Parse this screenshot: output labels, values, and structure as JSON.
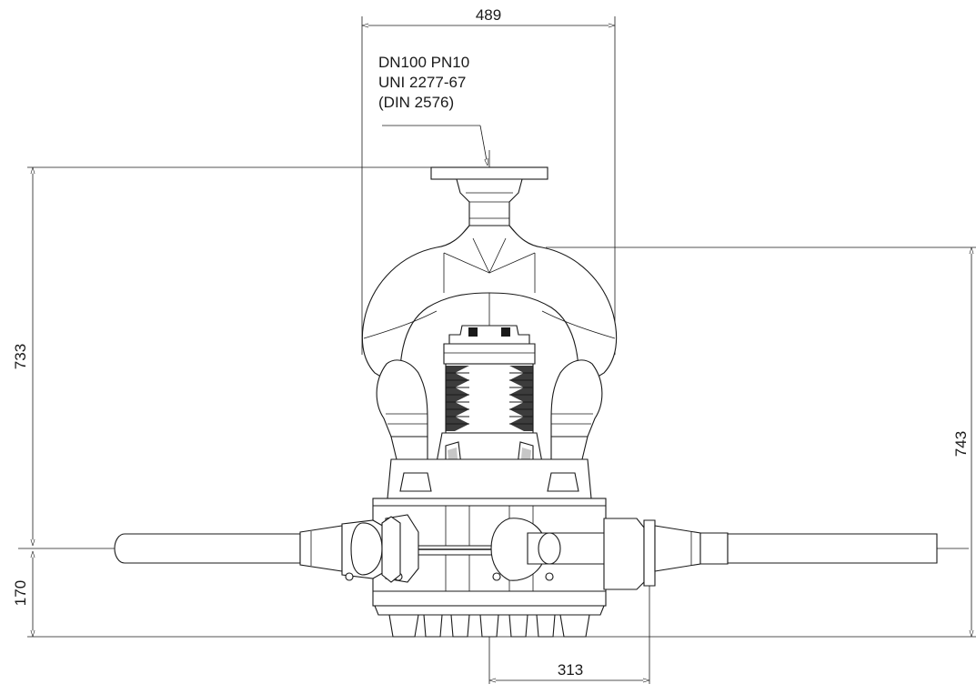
{
  "drawing": {
    "annotation": {
      "line1": "DN100 PN10",
      "line2": "UNI 2277-67",
      "line3": "(DIN 2576)"
    },
    "dimensions": {
      "top_width": "489",
      "left_height": "733",
      "right_height": "743",
      "bottom_left": "170",
      "bottom_offset": "313"
    },
    "colors": {
      "ink": "#1a1a1a",
      "paper": "#ffffff"
    }
  }
}
